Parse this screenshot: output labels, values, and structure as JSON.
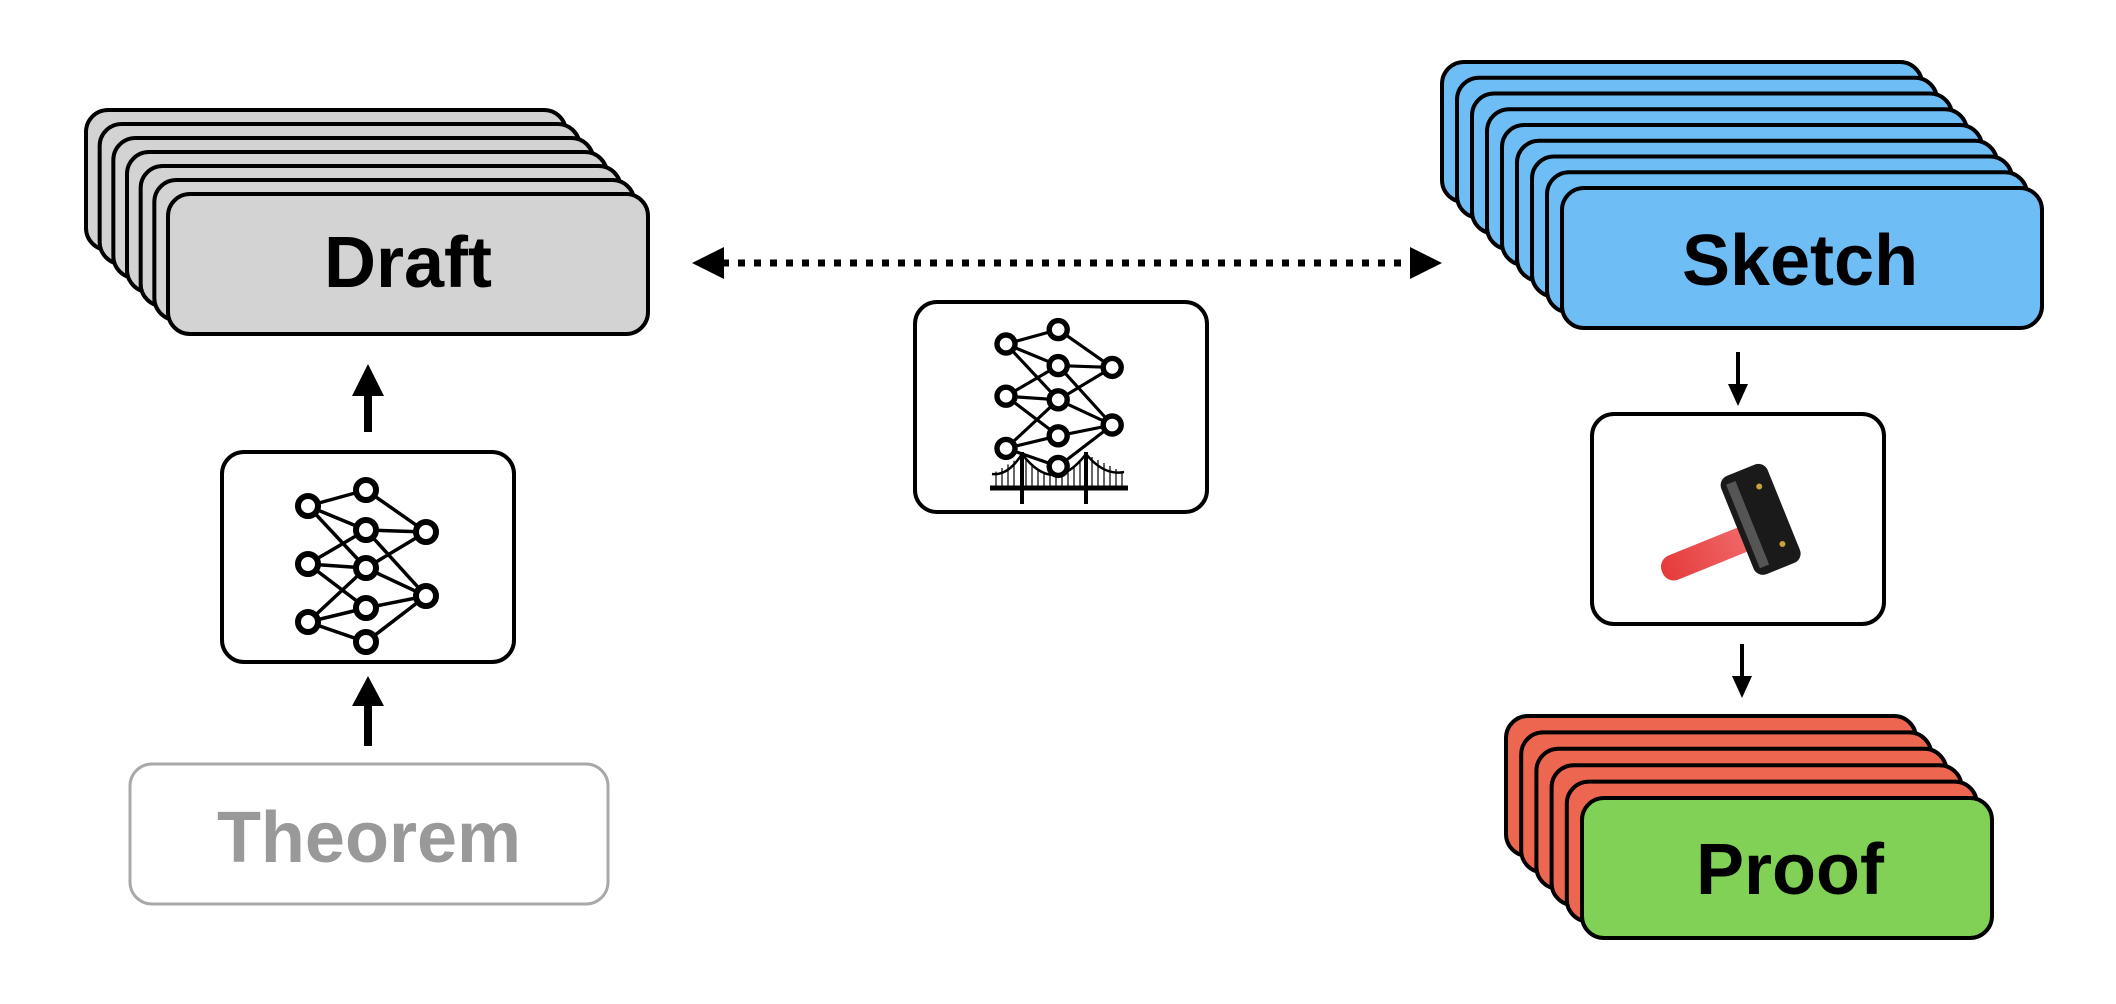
{
  "nodes": {
    "theorem": {
      "label": "Theorem"
    },
    "draft": {
      "label": "Draft"
    },
    "sketch": {
      "label": "Sketch"
    },
    "proof": {
      "label": "Proof"
    }
  },
  "icons": {
    "drafter": "neural-network-icon",
    "sketcher": "neural-network-bridge-icon",
    "prover": "hammer-icon"
  },
  "colors": {
    "theorem_fill": "#ffffff",
    "theorem_stroke": "#a8a8a8",
    "theorem_text": "#999999",
    "draft_fill": "#d3d3d3",
    "sketch_fill": "#6fbdf5",
    "proof_fill": "#80d155",
    "proof_failed_fill": "#ec6650",
    "stroke": "#000000"
  }
}
